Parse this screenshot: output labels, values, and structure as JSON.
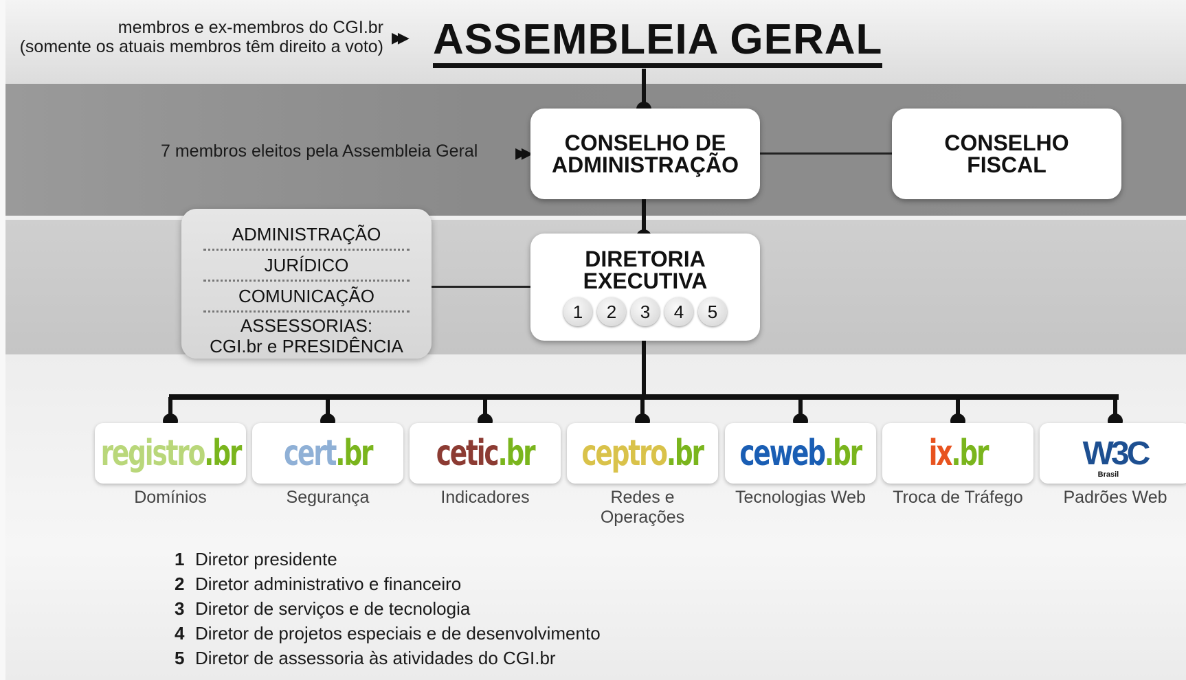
{
  "assembly": {
    "note_line1": "membros e ex-membros do CGI.br",
    "note_line2": "(somente os atuais membros têm direito a voto)",
    "title": "ASSEMBLEIA GERAL"
  },
  "board": {
    "note": "7 membros eleitos pela Assembleia Geral",
    "line1": "CONSELHO DE",
    "line2": "ADMINISTRAÇÃO"
  },
  "fiscal": {
    "line1": "CONSELHO",
    "line2": "FISCAL"
  },
  "assessor": {
    "items": [
      "ADMINISTRAÇÃO",
      "JURÍDICO",
      "COMUNICAÇÃO"
    ],
    "last_line1": "ASSESSORIAS:",
    "last_line2": "CGI.br e PRESIDÊNCIA"
  },
  "executive": {
    "line1": "DIRETORIA",
    "line2": "EXECUTIVA",
    "numbers": [
      "1",
      "2",
      "3",
      "4",
      "5"
    ]
  },
  "units": [
    {
      "name": "registro",
      "suffix": ".br",
      "color": "#b9d77a",
      "caption": "Domínios"
    },
    {
      "name": "cert",
      "suffix": ".br",
      "color": "#8fb0d6",
      "caption": "Segurança"
    },
    {
      "name": "cetic",
      "suffix": ".br",
      "color": "#8c3b33",
      "caption": "Indicadores"
    },
    {
      "name": "ceptro",
      "suffix": ".br",
      "color": "#d9c24a",
      "caption": "Redes e Operações"
    },
    {
      "name": "ceweb",
      "suffix": ".br",
      "color": "#1a5eb4",
      "caption": "Tecnologias Web"
    },
    {
      "name": "ix",
      "suffix": ".br",
      "color": "#e8531f",
      "caption": "Troca de Tráfego"
    },
    {
      "name": "W3C",
      "suffix": "Brasil",
      "color": "#1d4f91",
      "caption": "Padrões Web"
    }
  ],
  "legend": [
    {
      "num": "1",
      "text": "Diretor presidente"
    },
    {
      "num": "2",
      "text": "Diretor administrativo e financeiro"
    },
    {
      "num": "3",
      "text": "Diretor de serviços e de tecnologia"
    },
    {
      "num": "4",
      "text": "Diretor de projetos especiais e de desenvolvimento"
    },
    {
      "num": "5",
      "text": "Diretor de assessoria às atividades do CGI.br"
    }
  ]
}
